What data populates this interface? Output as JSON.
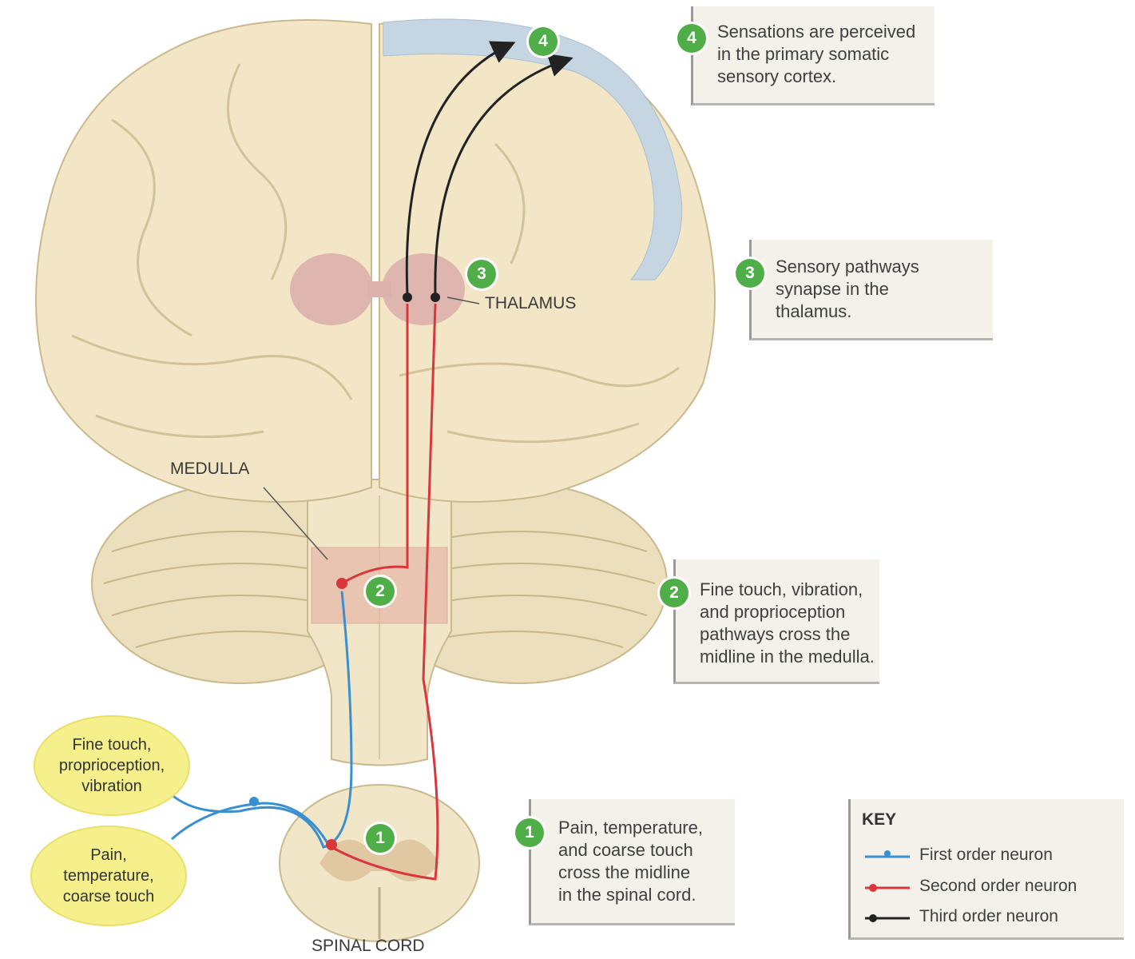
{
  "labels": {
    "thalamus": "THALAMUS",
    "medulla": "MEDULLA",
    "spinal_cord": "SPINAL CORD"
  },
  "diagram_badges": [
    "1",
    "2",
    "3",
    "4"
  ],
  "callouts": [
    {
      "number": "4",
      "lines": [
        "Sensations are perceived",
        "in the primary somatic",
        "sensory cortex."
      ]
    },
    {
      "number": "3",
      "lines": [
        "Sensory pathways",
        "synapse in the",
        "thalamus."
      ]
    },
    {
      "number": "2",
      "lines": [
        "Fine touch, vibration,",
        "and proprioception",
        "pathways cross the",
        "midline in the medulla."
      ]
    },
    {
      "number": "1",
      "lines": [
        "Pain, temperature,",
        "and coarse touch",
        "cross the midline",
        "in the spinal cord."
      ]
    }
  ],
  "stimuli": [
    {
      "lines": [
        "Fine touch,",
        "proprioception,",
        "vibration"
      ]
    },
    {
      "lines": [
        "Pain,",
        "temperature,",
        "coarse touch"
      ]
    }
  ],
  "key": {
    "title": "KEY",
    "items": [
      {
        "label": "First order neuron",
        "color": "#3a8fd0"
      },
      {
        "label": "Second order neuron",
        "color": "#d9373c"
      },
      {
        "label": "Third order neuron",
        "color": "#222222"
      }
    ]
  }
}
